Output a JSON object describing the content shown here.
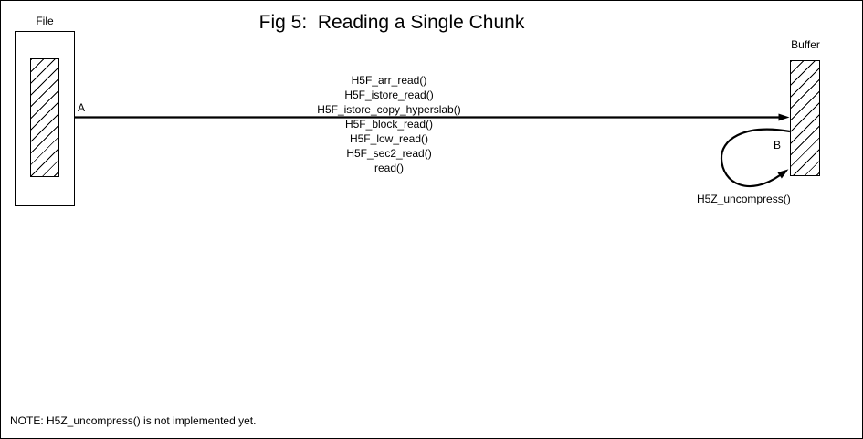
{
  "title": "Fig 5:  Reading a Single Chunk",
  "file": {
    "label": "File"
  },
  "buffer": {
    "label": "Buffer"
  },
  "arrow_a": {
    "label": "A"
  },
  "arrow_b": {
    "label": "B"
  },
  "call_stack": [
    "H5F_arr_read()",
    "H5F_istore_read()",
    "H5F_istore_copy_hyperslab()",
    "H5F_block_read()",
    "H5F_low_read()",
    "H5F_sec2_read()",
    "read()"
  ],
  "loop_label": "H5Z_uncompress()",
  "note": "NOTE: H5Z_uncompress() is not implemented yet.",
  "colors": {
    "ink": "#000000",
    "background": "#ffffff"
  }
}
